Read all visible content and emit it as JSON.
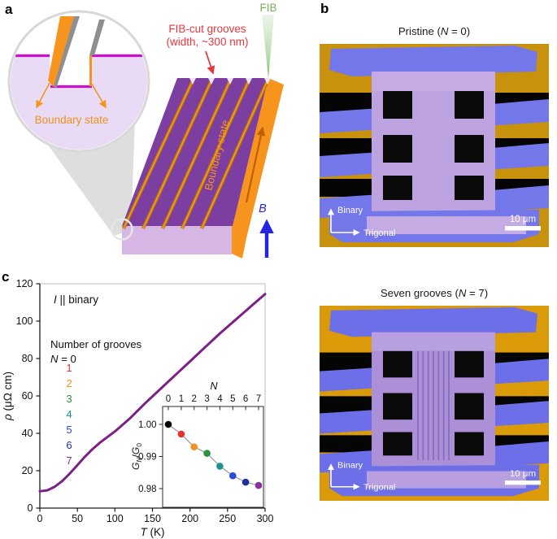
{
  "figure": {
    "background": "#ffffff"
  },
  "panels": {
    "a": {
      "label": "a",
      "magnified_inset": {
        "boundary_state_label": "Boundary state"
      },
      "grooves_label": {
        "line1": "FIB-cut grooves",
        "line2": "(width, ~300 nm)",
        "color": "#e8373b"
      },
      "fib_beam": {
        "label": "FIB",
        "color": "#77ac5c"
      },
      "slab_boundary_state_label": {
        "text": "Boundary state",
        "color": "#f0921e"
      },
      "magnetic_field": {
        "label": "B",
        "color": "#2424e0"
      },
      "colors": {
        "crystal_top": "#7c3ea0",
        "crystal_side": "#f7941e",
        "crystal_front": "#d6b6e4",
        "groove": "#c07300",
        "surface_line": "#cc10cc",
        "inset_bulk": "#e9daf5",
        "gray_band": "#8f8f8f"
      }
    },
    "b": {
      "label": "b",
      "images": [
        {
          "title_pre": "Pristine (",
          "title_n": "N",
          "title_post": " = 0)"
        },
        {
          "title_pre": "Seven grooves (",
          "title_n": "N",
          "title_post": " = 7)"
        }
      ],
      "axis_vertical_label": "Binary",
      "axis_horizontal_label": "Trigonal",
      "scale_bar_label": "10 μm",
      "colors": {
        "electrode_gold": "#c8920c",
        "electrode_gold_bottom": "#db9a07",
        "contact_blue": "#7477ea",
        "contact_blue_bottom": "#6d6fe8",
        "crystal_lavender": "#bda4e0",
        "crystal_lavender_bottom": "#ab90d8"
      }
    },
    "c": {
      "label": "c",
      "annotation": {
        "i": "I",
        "rest": " || binary"
      },
      "legend": {
        "title": "Number of grooves",
        "n0_n": "N",
        "n0_rest": " = 0",
        "entries": [
          {
            "label": "1",
            "color": "#e5342b"
          },
          {
            "label": "2",
            "color": "#f29420"
          },
          {
            "label": "3",
            "color": "#2e9139"
          },
          {
            "label": "4",
            "color": "#1e9393"
          },
          {
            "label": "5",
            "color": "#2c49df"
          },
          {
            "label": "6",
            "color": "#1f2f9e"
          },
          {
            "label": "7",
            "color": "#8c2fa0"
          }
        ]
      },
      "ylabel": {
        "rho": "ρ",
        "unit": " (μΩ cm)"
      },
      "xlabel": {
        "t": "T",
        "unit": " (K)"
      },
      "inset": {
        "xlabel": "N",
        "ylabel_parts": [
          "G",
          "N",
          "/",
          "G",
          "0"
        ]
      }
    }
  },
  "chart_data": [
    {
      "type": "line",
      "title": "",
      "xlabel": "T (K)",
      "ylabel": "ρ (μΩ cm)",
      "xlim": [
        0,
        300
      ],
      "ylim": [
        0,
        120
      ],
      "xticks": [
        0,
        50,
        100,
        150,
        200,
        250,
        300
      ],
      "yticks": [
        0,
        20,
        40,
        60,
        80,
        100,
        120
      ],
      "annotation": "I || binary",
      "legend_position": "upper-left inside",
      "grid": false,
      "series": [
        {
          "name": "N = 0",
          "color": "#7c2086",
          "x": [
            0,
            10,
            20,
            30,
            40,
            50,
            60,
            70,
            80,
            90,
            100,
            120,
            140,
            160,
            180,
            200,
            220,
            240,
            260,
            280,
            300
          ],
          "y": [
            9,
            9.5,
            11.5,
            14.5,
            18.5,
            23,
            27.5,
            31.5,
            35,
            38,
            41,
            48,
            56,
            63.5,
            71,
            78.5,
            86,
            93.5,
            100.5,
            107.5,
            114.5
          ]
        }
      ]
    },
    {
      "type": "scatter",
      "title": "",
      "xlabel": "N",
      "ylabel": "G_N/G_0",
      "xlim": [
        -0.7,
        7.5
      ],
      "ylim": [
        0.977,
        1.004
      ],
      "xticks": [
        0,
        1,
        2,
        3,
        4,
        5,
        6,
        7
      ],
      "yticks": [
        1.0,
        0.99,
        0.98
      ],
      "ytick_labels": [
        "1.00",
        "0.99",
        "0.98"
      ],
      "grid": false,
      "points": [
        {
          "n": 0,
          "value": 1.0,
          "color": "#000000"
        },
        {
          "n": 1,
          "value": 0.997,
          "color": "#e5342b"
        },
        {
          "n": 2,
          "value": 0.993,
          "color": "#f29420"
        },
        {
          "n": 3,
          "value": 0.991,
          "color": "#2e9139"
        },
        {
          "n": 4,
          "value": 0.987,
          "color": "#1e9393"
        },
        {
          "n": 5,
          "value": 0.984,
          "color": "#2c49df"
        },
        {
          "n": 6,
          "value": 0.982,
          "color": "#1f2f9e"
        },
        {
          "n": 7,
          "value": 0.981,
          "color": "#8c2fa0"
        }
      ]
    }
  ]
}
